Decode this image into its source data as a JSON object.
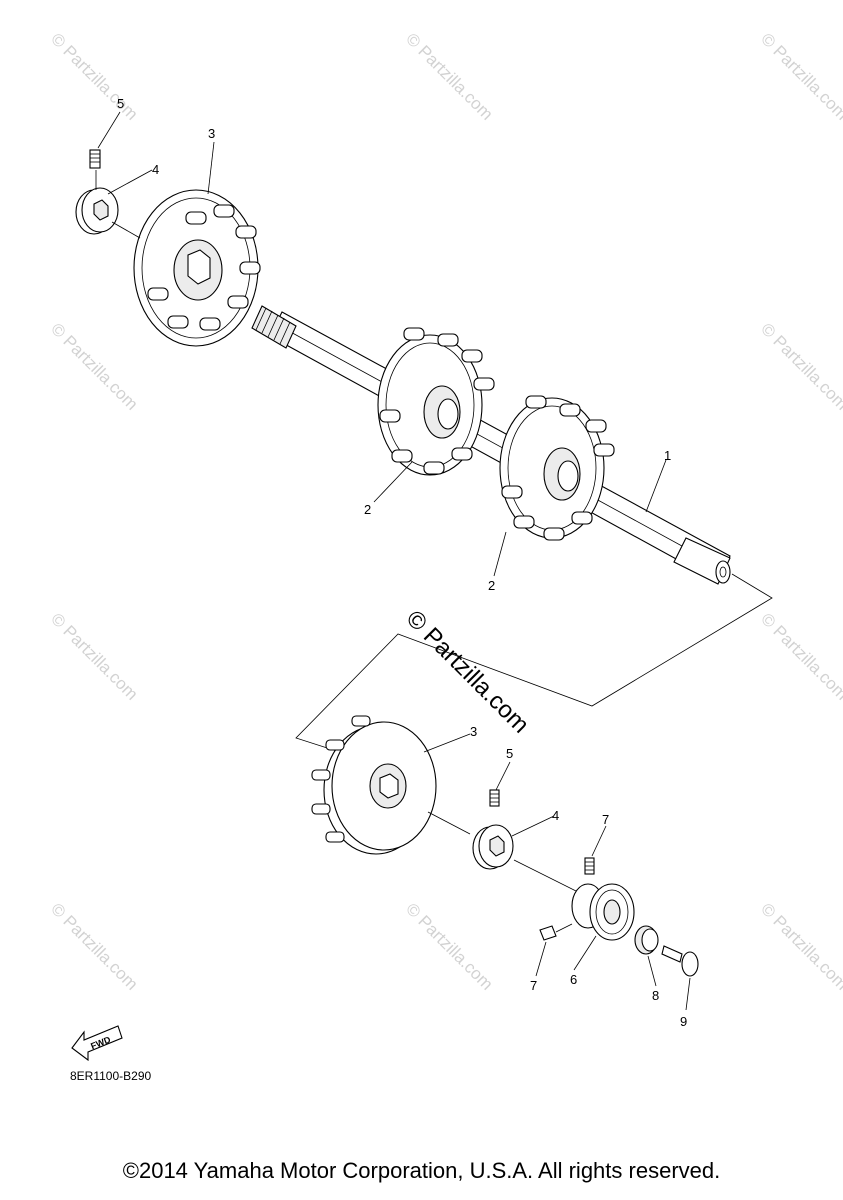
{
  "diagram": {
    "code": "8ER1100-B290",
    "fwd_label": "FWD",
    "callouts": {
      "c1": "1",
      "c2a": "2",
      "c2b": "2",
      "c3a": "3",
      "c3b": "3",
      "c4a": "4",
      "c4b": "4",
      "c5a": "5",
      "c5b": "5",
      "c6": "6",
      "c7a": "7",
      "c7b": "7",
      "c8": "8",
      "c9": "9"
    },
    "watermark_small": "© Partzilla.com",
    "watermark_large": "© Partzilla.com"
  },
  "footer": {
    "copyright": "©2014 Yamaha Motor Corporation, U.S.A. All rights reserved."
  }
}
